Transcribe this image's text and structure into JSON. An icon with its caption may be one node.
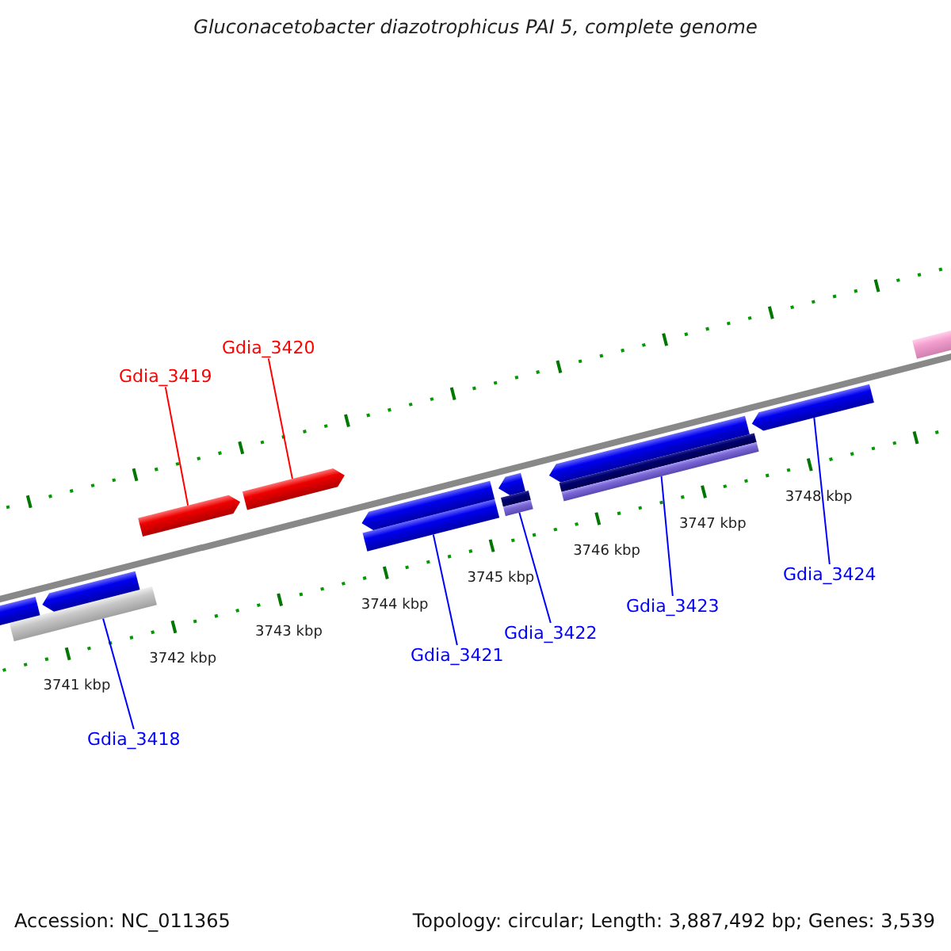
{
  "diagram": {
    "title": "Gluconacetobacter diazotrophicus PAI 5, complete genome",
    "nodes": [
      {
        "text": [
          "Gdia_3419"
        ]
      },
      {
        "text": [
          "Gdia_3420"
        ]
      },
      {
        "text": [
          "Gdia_3421"
        ]
      },
      {
        "text": [
          "Gdia_3422"
        ]
      },
      {
        "text": [
          "Gdia_3423"
        ]
      },
      {
        "text": [
          "Gdia_3424"
        ]
      },
      {
        "text": [
          "Gdia_3418"
        ]
      },
      {
        "text": [],
        "shape": "arrow"
      },
      {
        "text": [],
        "shape": "arrow"
      },
      {
        "text": [],
        "shape": "bar"
      },
      {
        "text": [],
        "shape": "bar"
      },
      {
        "text": [],
        "shape": "bar"
      },
      {
        "text": [],
        "shape": "arrow"
      },
      {
        "text": [],
        "shape": "bar"
      },
      {
        "text": [],
        "shape": "arrow"
      },
      {
        "text": [],
        "shape": "arrow"
      },
      {
        "text": [],
        "shape": "arrow"
      },
      {
        "text": [],
        "shape": "arrow"
      },
      {
        "text": [],
        "shape": "arrow"
      },
      {
        "text": [],
        "shape": "arrow"
      }
    ],
    "edges": [
      {
        "from": 0,
        "to": 7,
        "arrow": "none",
        "color": "#ff0000"
      },
      {
        "from": 1,
        "to": 8,
        "arrow": "none",
        "color": "#ff0000"
      },
      {
        "from": 2,
        "to": 9,
        "arrow": "none"
      },
      {
        "from": 3,
        "to": 10,
        "arrow": "none"
      },
      {
        "from": 4,
        "to": 11,
        "arrow": "none"
      },
      {
        "from": 5,
        "to": 12,
        "arrow": "none"
      },
      {
        "from": 6,
        "to": 13,
        "arrow": "none"
      }
    ],
    "labels": [
      "3741 kbp",
      "3742 kbp",
      "3743 kbp",
      "3744 kbp",
      "3745 kbp",
      "3746 kbp",
      "3747 kbp",
      "3748 kbp",
      "Accession: NC_011365",
      "Topology: circular; Length: 3,887,492 bp; Genes: 3,539"
    ]
  }
}
